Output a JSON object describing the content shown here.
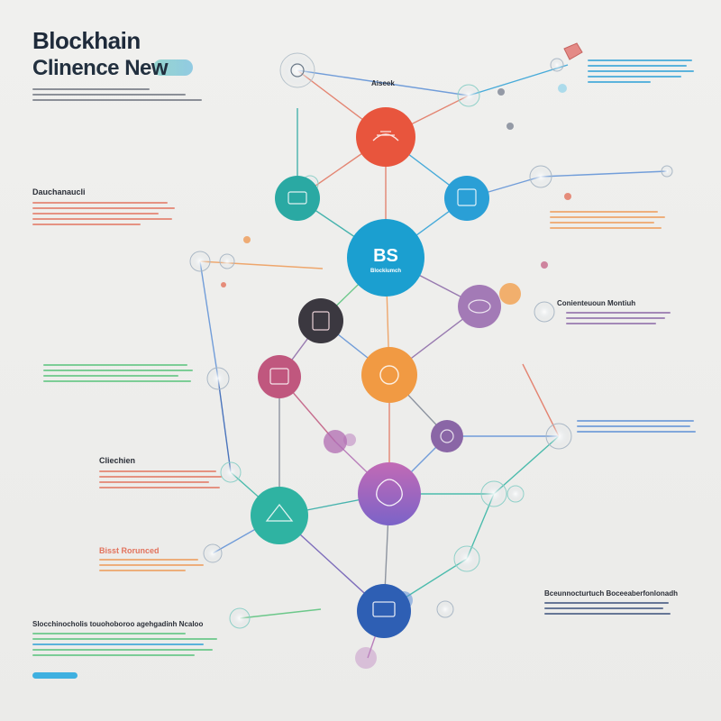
{
  "header": {
    "title_line1": "Blockhain",
    "title_line2": "Clinence New"
  },
  "labels": {
    "top_center": "Aiseek",
    "left_1": "Dauchanaucli",
    "left_2": "Cliechien",
    "left_3": "Bisst Rorunced",
    "bottom_left": "Slocchinocholis touohoboroo agehgadinh Ncaloo",
    "right_1": "Conienteuoun Montiuh",
    "right_2": "Bceunnocturtuch Boceeaberfonlonadh",
    "center_node_title": "BS",
    "center_node_sub": "Blockiumch"
  },
  "colors": {
    "red": "#e8553d",
    "teal": "#2aa9a3",
    "blue": "#2a9fd6",
    "center": "#1b9fd0",
    "dark": "#3b3840",
    "purple": "#a37ab6",
    "pink": "#c0577e",
    "orange": "#f19a43",
    "violet": "#8a66a6",
    "magenta": "#b06bb2",
    "indigo": "#6b58b3",
    "green": "#2fb3a2",
    "navy": "#2e5fb4",
    "line_red": "#e2735d",
    "line_orange": "#ee9a56",
    "line_teal": "#2fb3a2",
    "line_green": "#56c27a",
    "line_blue": "#5c8fd6",
    "line_gray": "#7d8593"
  },
  "icons": {
    "red_node": "blockchain-chain-icon",
    "teal_node": "network-icon",
    "blue_node": "cube-icon",
    "center_node": "bs-logo-icon",
    "dark_node": "ledger-icon",
    "purple_node": "database-icon",
    "pink_node": "server-icon",
    "orange_node": "gear-icon",
    "violet_node": "coin-icon",
    "magenta_node": "brain-icon",
    "green_node": "cloud-icon",
    "navy_node": "monitor-icon",
    "top_right_node": "diamond-icon"
  }
}
